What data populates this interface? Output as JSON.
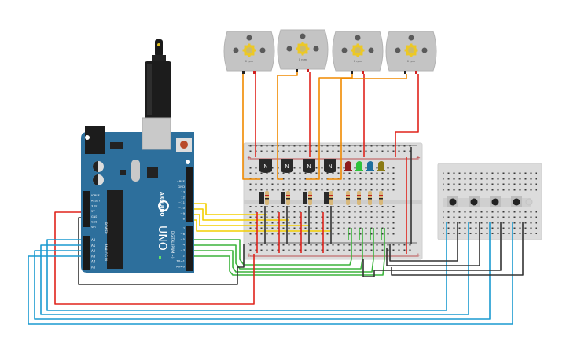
{
  "motors": [
    {
      "label": "0 rpm"
    },
    {
      "label": "0 rpm"
    },
    {
      "label": "0 rpm"
    },
    {
      "label": "0 rpm"
    }
  ],
  "transistors": [
    {
      "label": "N"
    },
    {
      "label": "N"
    },
    {
      "label": "N"
    },
    {
      "label": "N"
    }
  ],
  "leds": [
    {
      "color": "#8e1c1c"
    },
    {
      "color": "#2fc23a"
    },
    {
      "color": "#1e6f9e"
    },
    {
      "color": "#8a7a14"
    }
  ],
  "arduino": {
    "brand": "ARDUINO",
    "model": "UNO",
    "power_label": "POWER",
    "analog_label": "ANALOG IN",
    "digital_label": "DIGITAL (PWM ~)",
    "power_pins": [
      "IOREF",
      "RESET",
      "3.3V",
      "5V",
      "GND",
      "GND",
      "Vin"
    ],
    "analog_pins": [
      "A0",
      "A1",
      "A2",
      "A3",
      "A4",
      "A5"
    ],
    "digital_pins_top": [
      "AREF",
      "GND",
      "13",
      "12",
      "~11",
      "~10",
      "~9",
      "8"
    ],
    "digital_pins_bottom": [
      "7",
      "~6",
      "~5",
      "4",
      "~3",
      "2",
      "TX→1",
      "RX←0"
    ],
    "led_labels": [
      "L",
      "TX",
      "RX",
      "ON"
    ]
  },
  "breadboard": {
    "plus": "+",
    "minus": "-"
  },
  "wire_colors": {
    "red": "#e0231c",
    "black": "#333333",
    "orange": "#f08a00",
    "yellow": "#f3cf00",
    "green": "#3cb43c",
    "blue": "#1a9ad0"
  }
}
